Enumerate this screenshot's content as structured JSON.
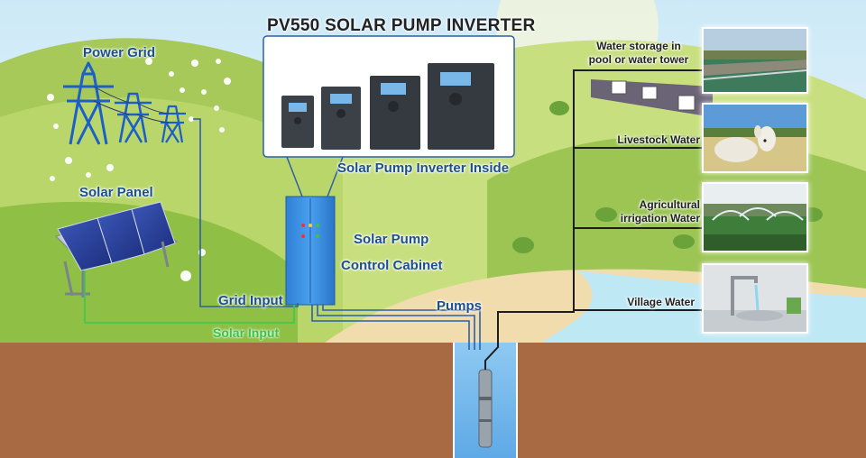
{
  "title": "PV550 SOLAR PUMP INVERTER",
  "labels": {
    "power_grid": "Power Grid",
    "solar_panel": "Solar Panel",
    "inverter_inside": "Solar Pump Inverter Inside",
    "cabinet_line1": "Solar Pump",
    "cabinet_line2": "Control Cabinet",
    "grid_input": "Grid Input",
    "solar_input": "Solar Input",
    "pumps": "Pumps"
  },
  "outputs": [
    {
      "line1": "Water storage in",
      "line2": "pool or water tower"
    },
    {
      "line1": "Livestock Water",
      "line2": ""
    },
    {
      "line1": "Agricultural",
      "line2": "irrigation Water"
    },
    {
      "line1": "Village Water",
      "line2": ""
    }
  ],
  "colors": {
    "line_blue": "#2e5fa8",
    "line_green": "#38c94e",
    "line_dark": "#1d1d1d",
    "ground": "#a76a43",
    "cabinet": "#3a8ede"
  }
}
